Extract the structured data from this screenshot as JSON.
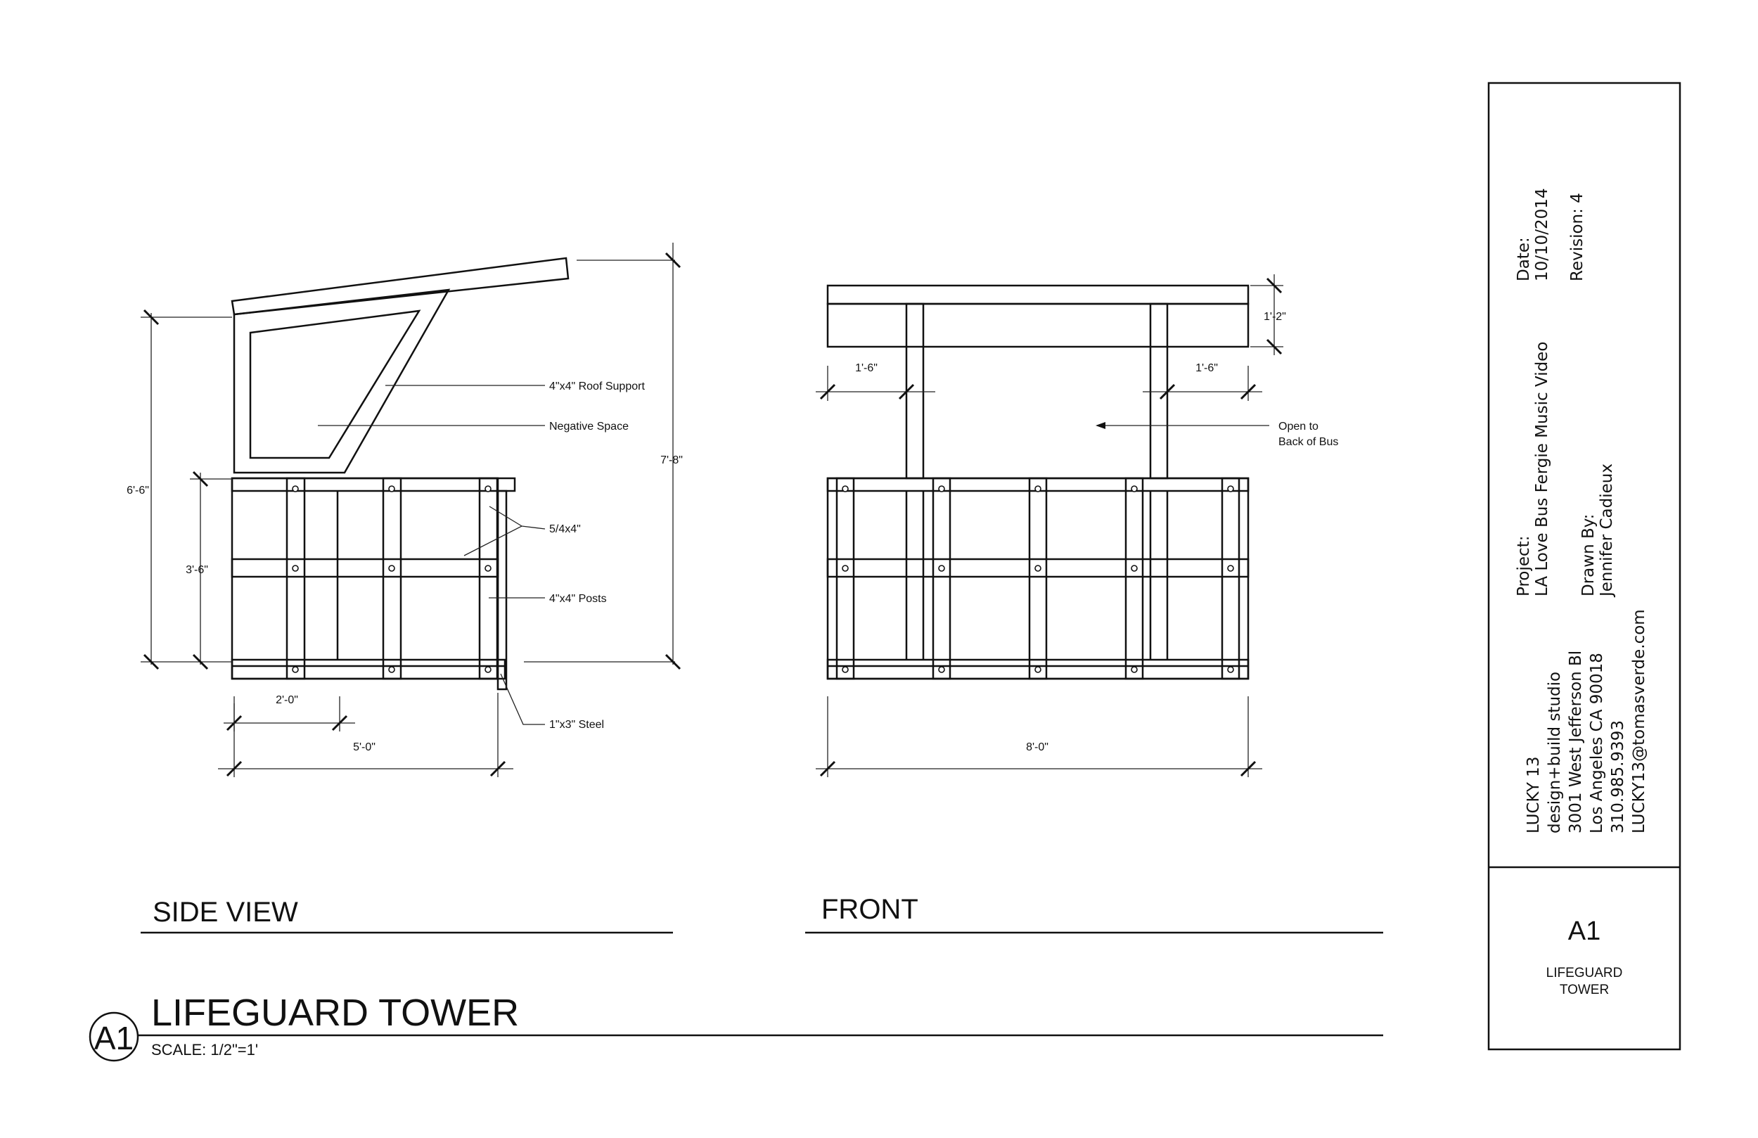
{
  "views": {
    "side": {
      "title": "SIDE VIEW",
      "callouts": {
        "roof_support": "4\"x4\" Roof Support",
        "negative_space": "Negative Space",
        "slats": "5/4x4\"",
        "posts": "4\"x4\" Posts",
        "steel": "1\"x3\" Steel"
      },
      "dimensions": {
        "overall_height": "6'-6\"",
        "roof_height": "7'-8\"",
        "rail_height": "3'-6\"",
        "bay_width": "2'-0\"",
        "overall_width": "5'-0\""
      }
    },
    "front": {
      "title": "FRONT",
      "callouts": {
        "open_line1": "Open to",
        "open_line2": "Back of Bus"
      },
      "dimensions": {
        "roof_depth": "1'-2\"",
        "left_overhang": "1'-6\"",
        "right_overhang": "1'-6\"",
        "overall_width": "8'-0\""
      }
    }
  },
  "drawing": {
    "marker": "A1",
    "title": "LIFEGUARD TOWER",
    "scale": "SCALE: 1/2\"=1'"
  },
  "title_block": {
    "date_label": "Date:",
    "date": "10/10/2014",
    "revision": "Revision: 4",
    "project_label": "Project:",
    "project": "LA Love Bus Fergie Music Video",
    "drawn_by_label": "Drawn By:",
    "drawn_by": "Jennifer Cadieux",
    "studio": [
      "LUCKY 13",
      "design+build studio",
      "3001 West Jefferson Bl",
      "Los Angeles CA 90018",
      "310.985.9393",
      "LUCKY13@tomasverde.com"
    ],
    "sheet_number": "A1",
    "sheet_name_line1": "LIFEGUARD",
    "sheet_name_line2": "TOWER"
  }
}
